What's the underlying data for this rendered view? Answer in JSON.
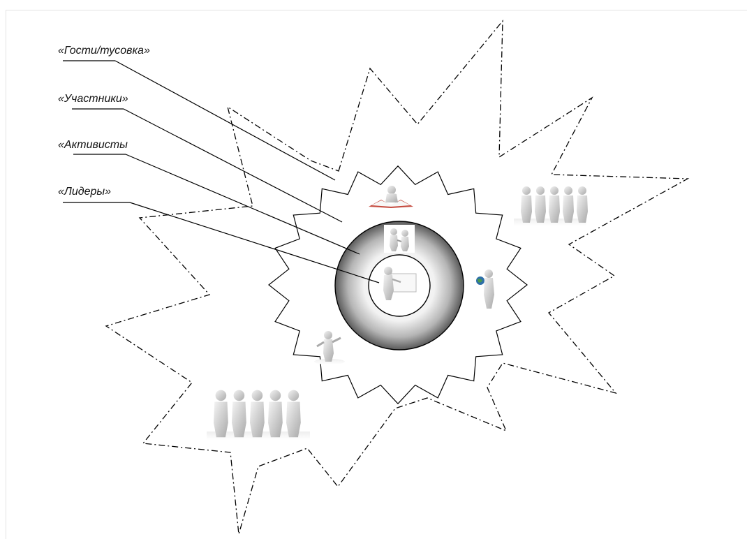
{
  "labels": {
    "guests": "«Гости/тусовка»",
    "participants": "«Участники»",
    "activists": "«Активисты",
    "leaders": "«Лидеры»"
  },
  "colors": {
    "line": "#000000",
    "ring_dark": "#5a5a5a",
    "ring_light": "#f2f2f2",
    "figure": "#d9d9d9",
    "book": "#c0392b",
    "globe": "#2e6fa8"
  },
  "icons": {
    "guests_group": "group-of-five-figures-icon",
    "left_group": "group-of-five-figures-icon",
    "book_reader": "figure-reading-book-icon",
    "handshake": "two-figures-handshake-icon",
    "presenter": "figure-presenting-board-icon",
    "globe_holder": "figure-holding-globe-icon",
    "waving": "figure-waving-icon"
  }
}
